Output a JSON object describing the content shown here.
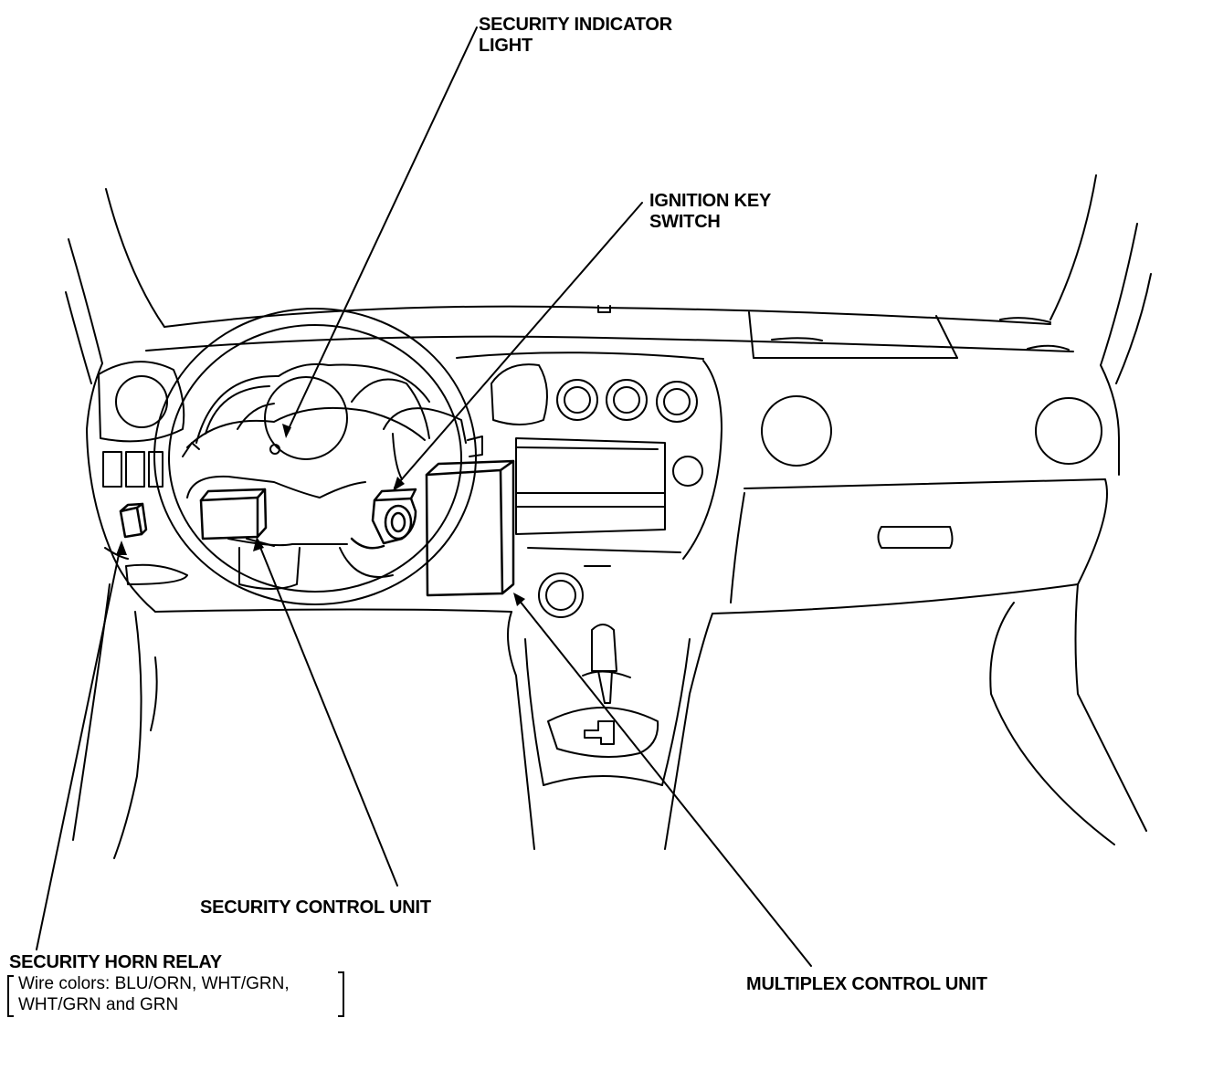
{
  "labels": {
    "security_indicator_light_line1": "SECURITY INDICATOR",
    "security_indicator_light_line2": "LIGHT",
    "ignition_key_switch_line1": "IGNITION KEY",
    "ignition_key_switch_line2": "SWITCH",
    "security_control_unit": "SECURITY CONTROL UNIT",
    "multiplex_control_unit": "MULTIPLEX CONTROL UNIT",
    "security_horn_relay": "SECURITY HORN RELAY",
    "wire_colors_line1": "Wire colors: BLU/ORN, WHT/GRN,",
    "wire_colors_line2": "WHT/GRN and GRN"
  }
}
